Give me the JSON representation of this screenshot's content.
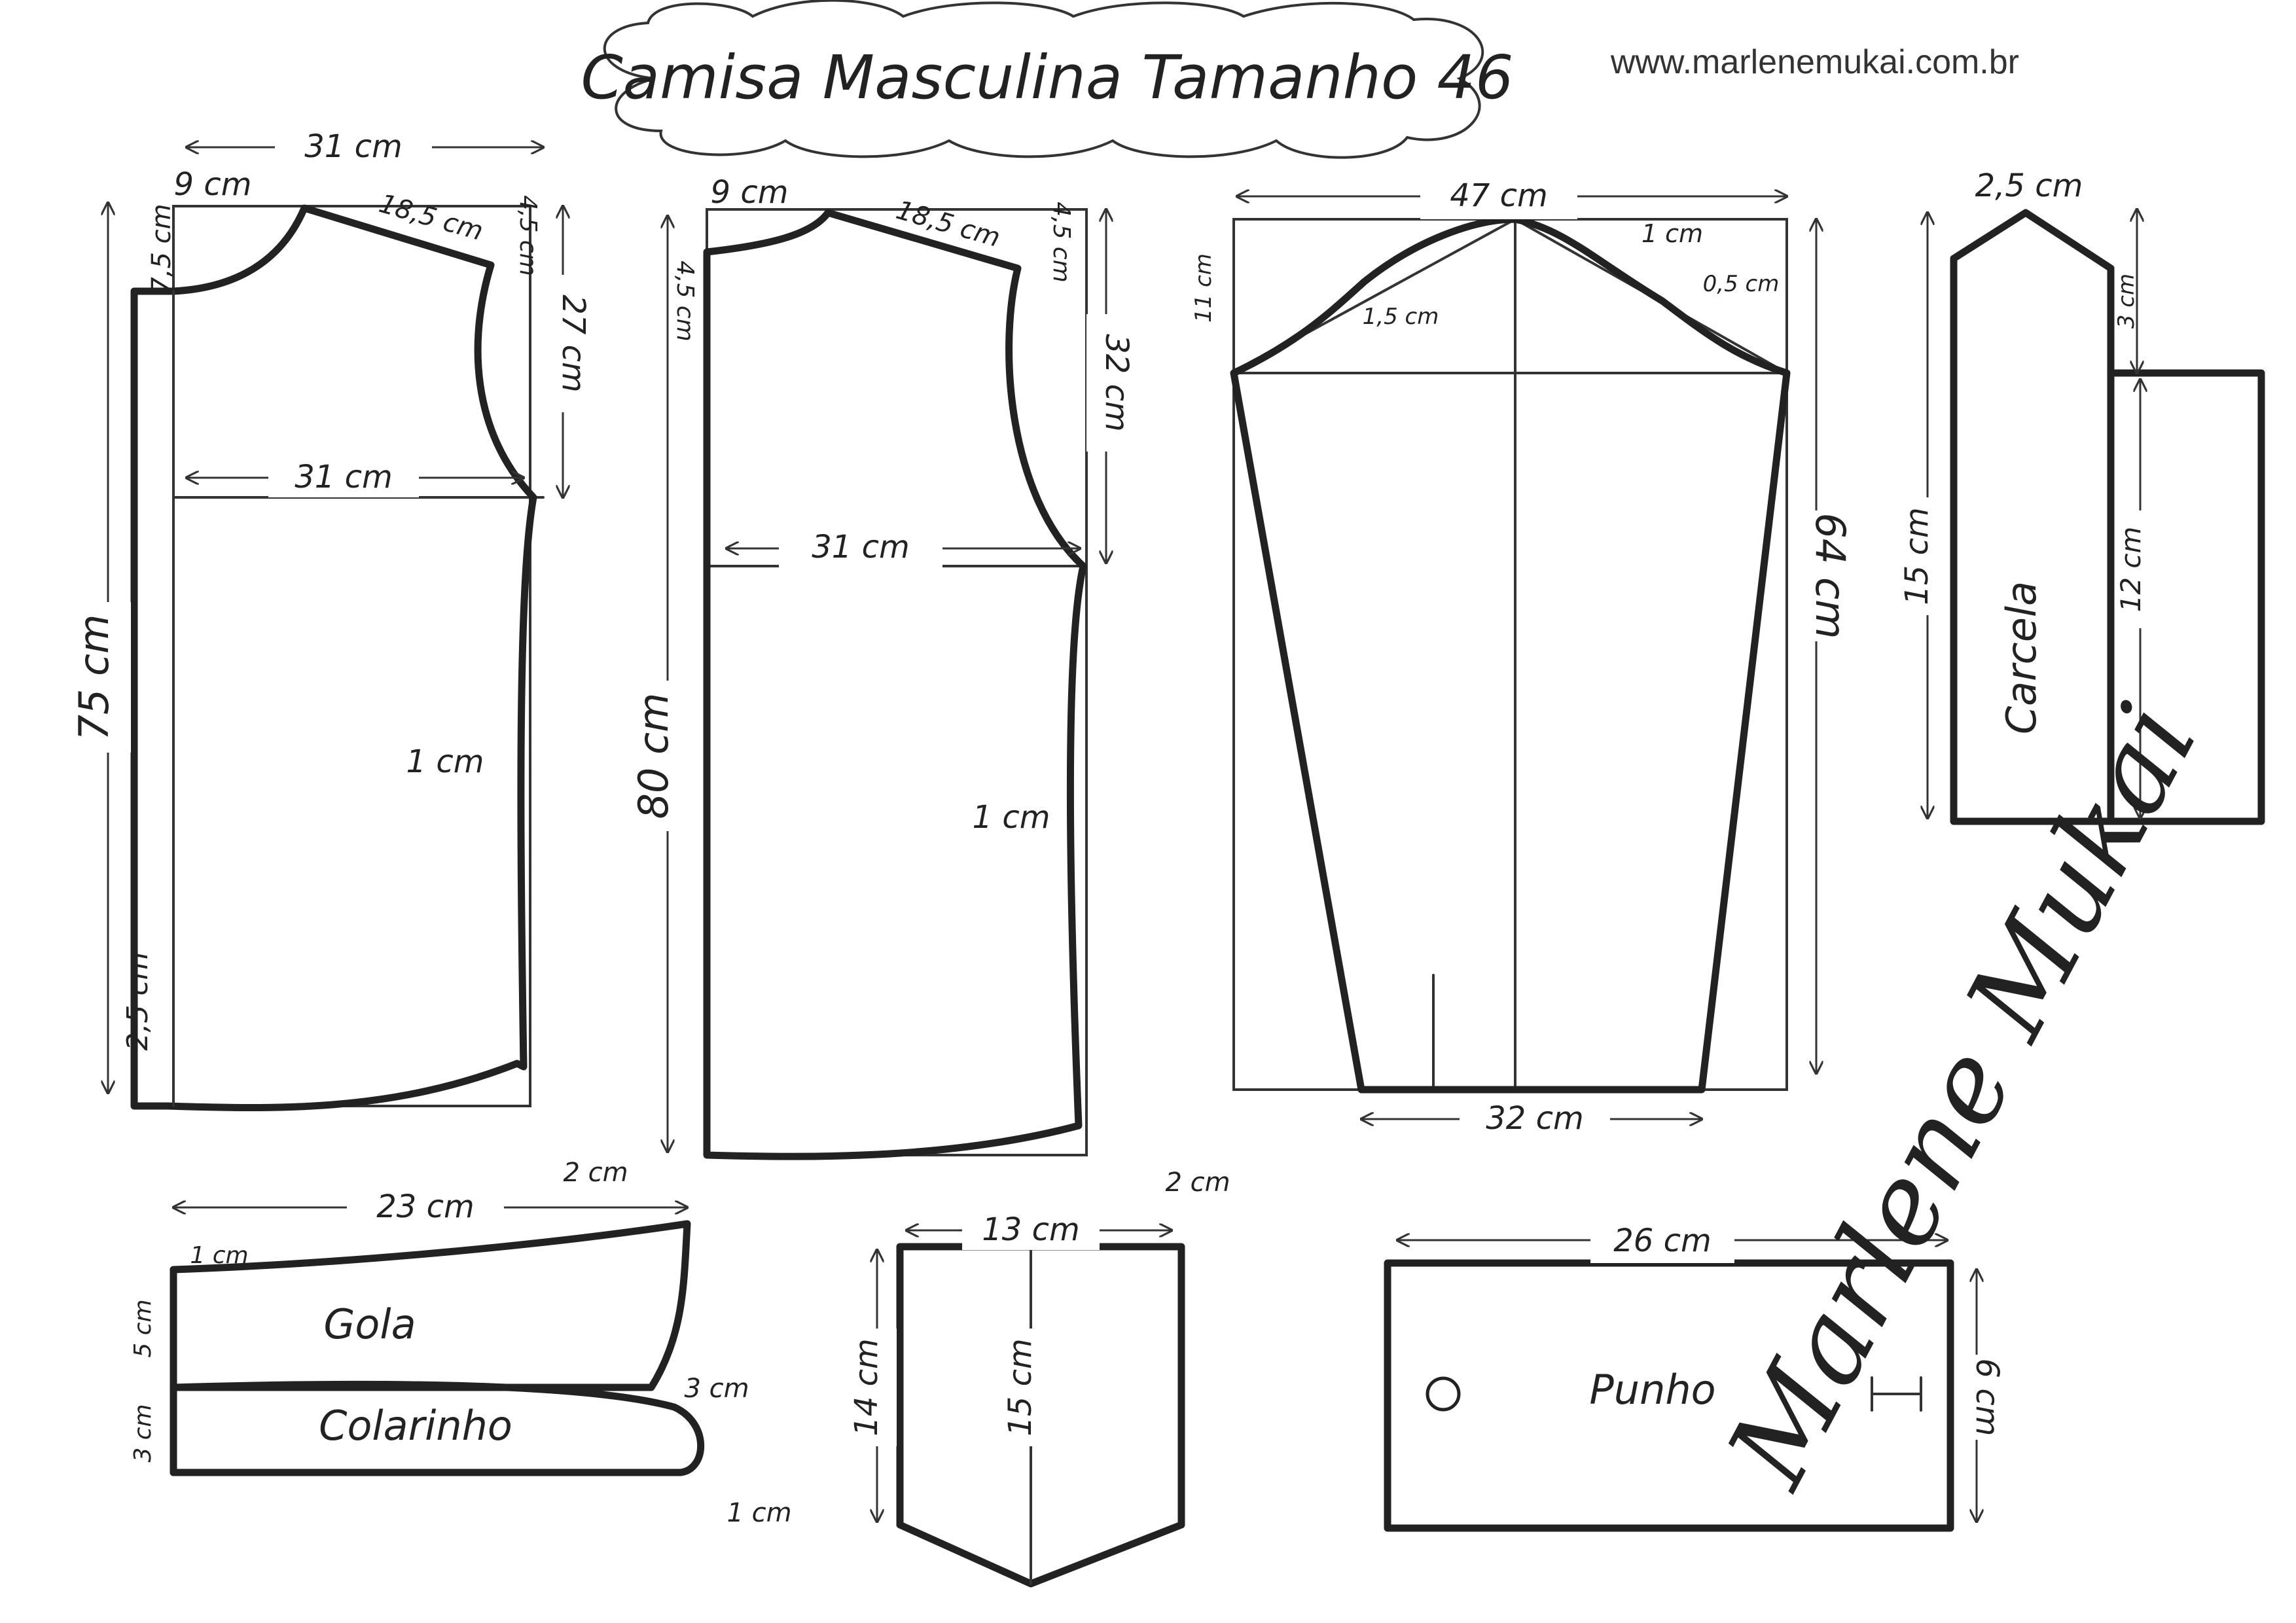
{
  "title": "Camisa Masculina Tamanho 46",
  "website": "www.marlenemukai.com.br",
  "signature": "Marlene Mukai",
  "front": {
    "width_top": "31 cm",
    "neck_width": "9 cm",
    "neck_depth": "7,5 cm",
    "shoulder": "18,5 cm",
    "shoulder_drop": "4,5 cm",
    "armhole_depth": "27 cm",
    "chest_width": "31 cm",
    "length": "75 cm",
    "side_in": "1 cm",
    "placket": "2,5 cm",
    "hem": "2 cm"
  },
  "back": {
    "neck_width": "9 cm",
    "neck_depth": "4,5 cm",
    "shoulder": "18,5 cm",
    "shoulder_drop": "4,5 cm",
    "armhole_depth": "32 cm",
    "chest_width": "31 cm",
    "length": "80 cm",
    "side_in": "1 cm",
    "hem": "2 cm"
  },
  "sleeve": {
    "width": "47 cm",
    "cap_height": "11 cm",
    "cap_in": "1,5 cm",
    "cap_out": "1 cm",
    "cap_back": "0,5 cm",
    "length": "64 cm",
    "cuff_width": "32 cm"
  },
  "carcela": {
    "label": "Carcela",
    "width": "2,5 cm",
    "tip": "3 cm",
    "length": "15 cm",
    "slit": "12 cm"
  },
  "collar": {
    "gola_label": "Gola",
    "colarinho_label": "Colarinho",
    "length": "23 cm",
    "rise": "1 cm",
    "gola_height": "5 cm",
    "colarinho_height": "3 cm",
    "point": "3 cm",
    "band_end": "1 cm"
  },
  "pocket": {
    "width": "13 cm",
    "side": "14 cm",
    "center": "15 cm"
  },
  "cuff": {
    "label": "Punho",
    "width": "26 cm",
    "height": "6 cm"
  }
}
